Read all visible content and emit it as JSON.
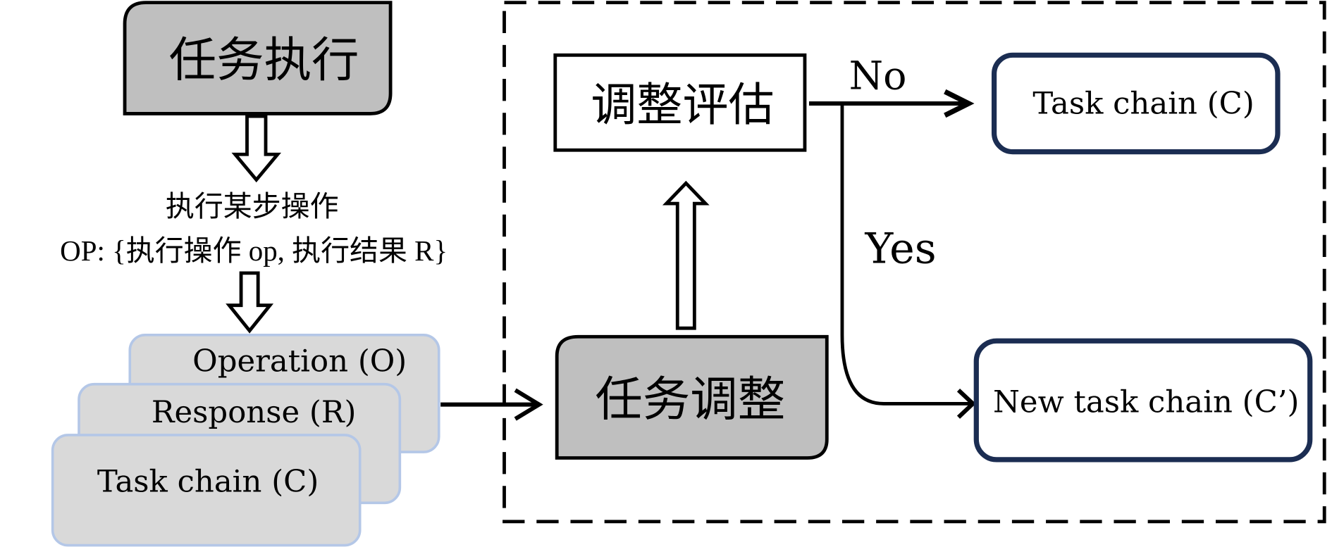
{
  "nodes": {
    "task_execution": "任务执行",
    "step_label_line1": "执行某步操作",
    "step_label_line2": "OP: {执行操作 op, 执行结果 R}",
    "operation": "Operation (O)",
    "response": "Response (R)",
    "task_chain_input": "Task chain (C)",
    "task_adjustment": "任务调整",
    "adjustment_evaluation": "调整评估",
    "task_chain_output": "Task chain (C)",
    "new_task_chain": "New task chain (C’)"
  },
  "edges": {
    "no_label": "No",
    "yes_label": "Yes"
  },
  "colors": {
    "gray_box": "#bfbfbf",
    "light_box": "#d9d9d9",
    "light_box_border": "#b4c7e7",
    "navy_border": "#1b2d52",
    "line": "#000000"
  }
}
